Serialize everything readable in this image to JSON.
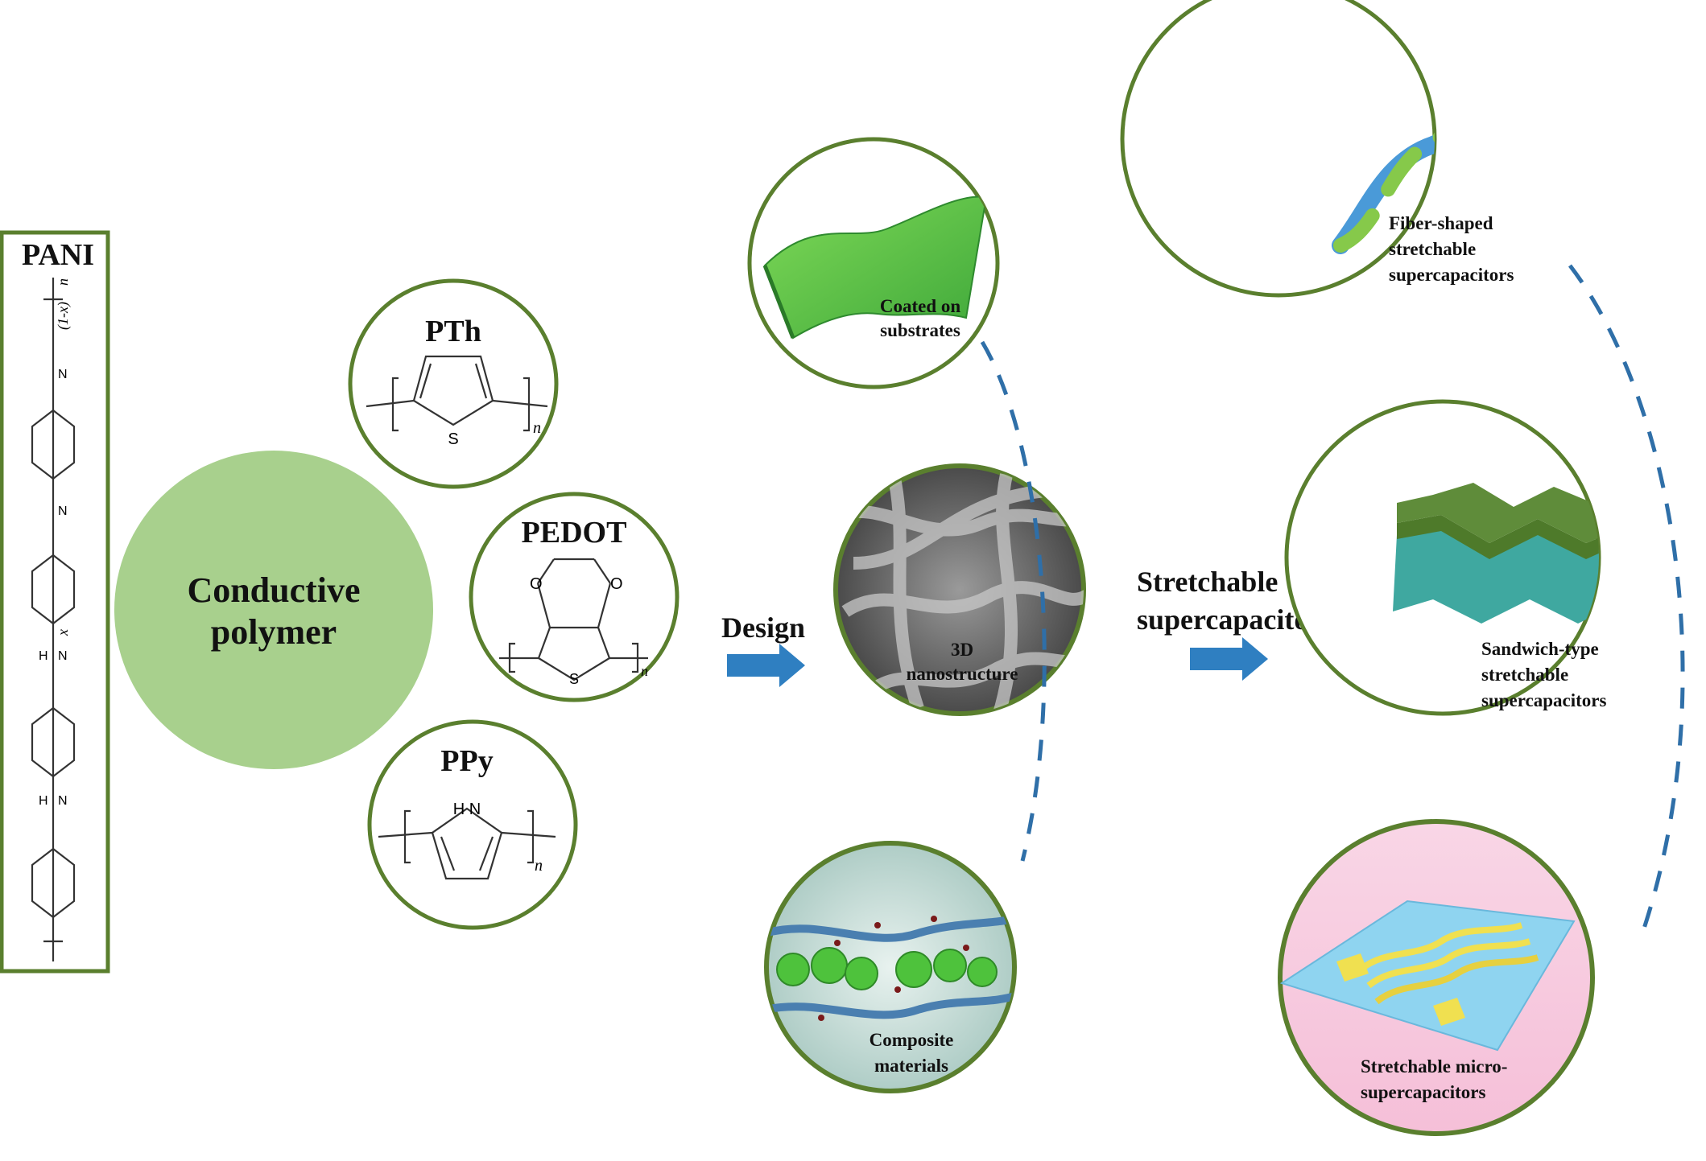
{
  "pani": {
    "title": "PANI",
    "labels": [
      "(1-x)",
      "n",
      "x",
      "N",
      "H"
    ]
  },
  "center": {
    "line1": "Conductive",
    "line2": "polymer"
  },
  "monomers": [
    {
      "name": "PTh",
      "atom": "S",
      "sub": "n"
    },
    {
      "name": "PEDOT",
      "atoms": [
        "O",
        "O",
        "S"
      ],
      "sub": "n"
    },
    {
      "name": "PPy",
      "atom": "H\nN",
      "sub": "n"
    }
  ],
  "design_label": "Design",
  "strategies": {
    "coated": [
      "Coated on",
      "substrates"
    ],
    "nano": [
      "3D",
      "nanostructure"
    ],
    "composite": [
      "Composite",
      "materials"
    ]
  },
  "result_label": [
    "Stretchable",
    "supercapacitor"
  ],
  "devices": {
    "fiber": [
      "Fiber-shaped",
      "stretchable",
      "supercapacitors"
    ],
    "sandwich": [
      "Sandwich-type",
      "stretchable",
      "supercapacitors"
    ],
    "micro": [
      "Stretchable micro-",
      "supercapacitors"
    ]
  },
  "colors": {
    "ring": "#5a7f2e",
    "polymer_fill": "#a8d08d",
    "arrow": "#2f7fc1",
    "dash": "#2f6fa8"
  }
}
